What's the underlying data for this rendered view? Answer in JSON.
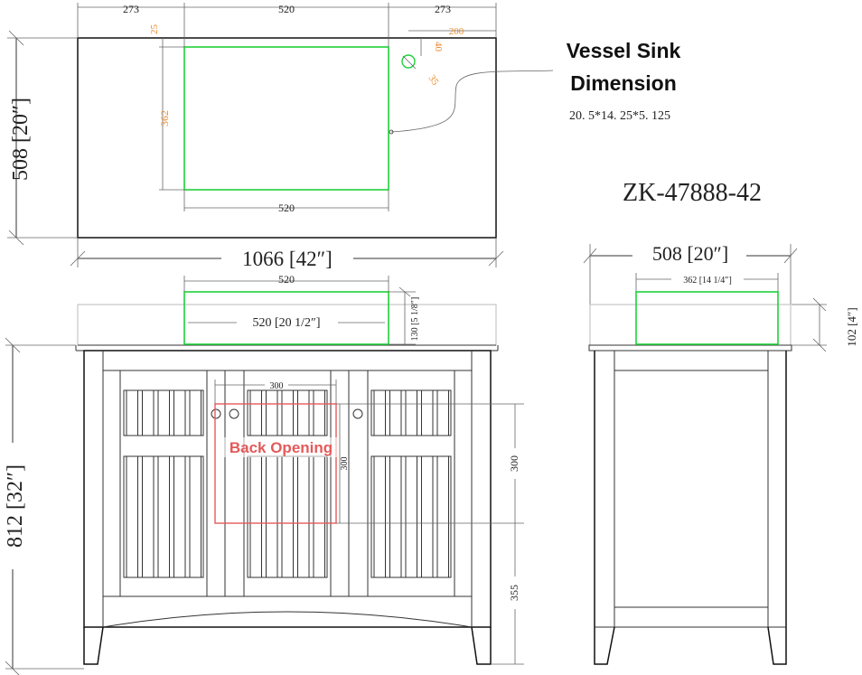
{
  "top_view": {
    "dim_left": "273",
    "dim_center": "520",
    "dim_right": "273",
    "dim_offset_top": "25",
    "dim_faucet_x": "200",
    "dim_faucet_y": "40",
    "dim_faucet_dia": "35",
    "dim_sink_height": "362",
    "dim_sink_bottom": "520",
    "dim_depth": "508 [20″]",
    "dim_width": "1066 [42″]"
  },
  "vessel_sink": {
    "title_line1": "Vessel Sink",
    "title_line2": "Dimension",
    "size": "20. 5*14. 25*5. 125"
  },
  "model": "ZK-47888-42",
  "front_view": {
    "dim_sink_top": "520",
    "dim_sink_inner": "520 [20 1/2″]",
    "dim_sink_height": "130 [5 1/8″]",
    "dim_opening_width": "300",
    "dim_opening_height": "300",
    "dim_right_300": "300",
    "dim_right_355": "355",
    "dim_height": "812 [32″]",
    "back_opening": "Back Opening"
  },
  "side_view": {
    "dim_depth": "508 [20″]",
    "dim_sink_depth": "362 [14 1/4″]",
    "dim_sink_height": "102 [4″]"
  }
}
